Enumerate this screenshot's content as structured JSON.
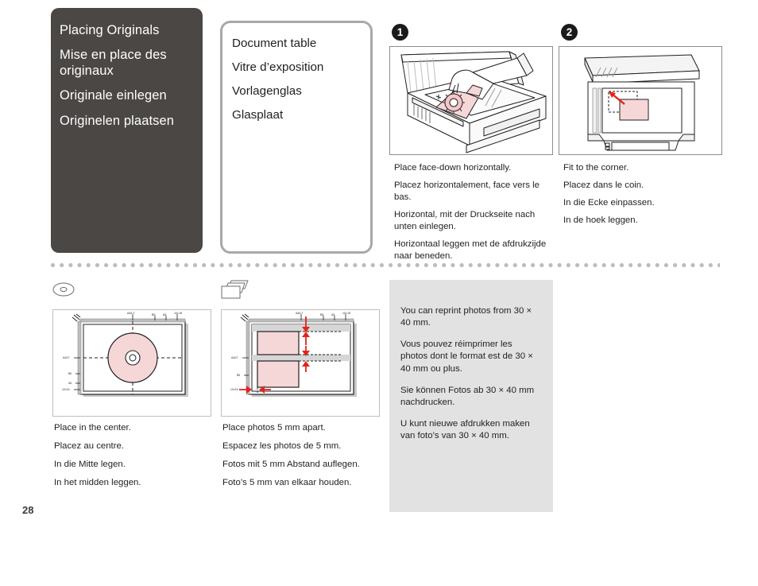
{
  "page": {
    "number": "28"
  },
  "title_panel": {
    "lines": [
      "Placing Originals",
      "Mise en place des originaux",
      "Originale einlegen",
      "Originelen plaatsen"
    ],
    "background_color": "#4a4745",
    "text_color": "#ffffff"
  },
  "doc_table_box": {
    "lines": [
      "Document table",
      "Vitre d’exposition",
      "Vorlagenglas",
      "Glasplaat"
    ],
    "border_color": "#a8a8a8"
  },
  "steps": [
    {
      "badge": "1",
      "illustration_name": "scanner-lid-open-place-photo",
      "caption": [
        "Place face-down horizontally.",
        "Placez horizontalement, face vers le bas.",
        "Horizontal, mit der Druckseite nach unten einlegen.",
        "Horizontaal leggen met de afdrukzijde naar beneden."
      ]
    },
    {
      "badge": "2",
      "illustration_name": "scanner-top-view-fit-corner",
      "caption": [
        "Fit to the corner.",
        "Placez dans le coin.",
        "In die Ecke einpassen.",
        "In de hoek leggen."
      ]
    }
  ],
  "media_examples": [
    {
      "icon": "cd-disc-icon",
      "diagram_name": "cd-centered-on-document-table",
      "caption": [
        "Place in the center.",
        "Placez au centre.",
        "In die Mitte legen.",
        "In het midden leggen."
      ]
    },
    {
      "icon": "stacked-photos-icon",
      "diagram_name": "two-photos-5mm-apart-on-document-table",
      "caption": [
        "Place photos 5 mm apart.",
        "Espacez les photos de 5 mm.",
        "Fotos mit 5 mm Abstand auflegen.",
        "Foto’s 5 mm van elkaar houden."
      ]
    }
  ],
  "note_panel": {
    "icon": "pencil-note-icon",
    "background_color": "#e2e2e2",
    "lines": [
      "You can reprint photos from 30 × 40 mm.",
      "Vous pouvez réimprimer les photos dont le format est de 30 × 40 mm ou plus.",
      "Sie können Fotos ab 30 × 40 mm nachdrucken.",
      "U kunt nieuwe afdrukken maken van foto’s van 30 × 40 mm."
    ]
  },
  "colors": {
    "highlight_pink": "#f6d7d8",
    "arrow_red": "#e1251b",
    "divider_gray": "#bcbcbc",
    "line_dark": "#231f20"
  }
}
